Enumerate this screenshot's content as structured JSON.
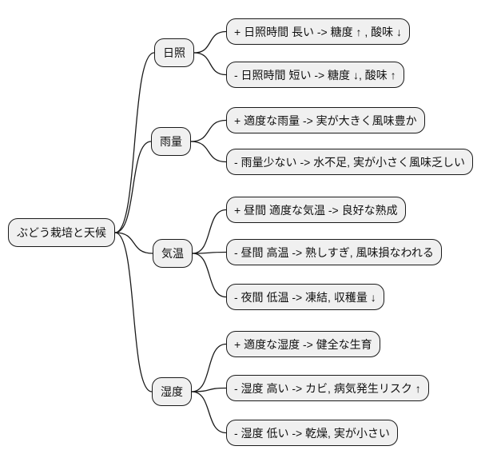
{
  "mindmap": {
    "root": {
      "label": "ぶどう栽培と天候"
    },
    "branches": [
      {
        "label": "日照",
        "children": [
          {
            "label": "+ 日照時間 長い -> 糖度 ↑ , 酸味 ↓"
          },
          {
            "label": "- 日照時間 短い -> 糖度 ↓, 酸味 ↑"
          }
        ]
      },
      {
        "label": "雨量",
        "children": [
          {
            "label": "+ 適度な雨量 -> 実が大きく風味豊か"
          },
          {
            "label": "- 雨量少ない -> 水不足, 実が小さく風味乏しい"
          }
        ]
      },
      {
        "label": "気温",
        "children": [
          {
            "label": "+ 昼間 適度な気温 -> 良好な熟成"
          },
          {
            "label": "- 昼間 高温 -> 熟しすぎ, 風味損なわれる"
          },
          {
            "label": "- 夜間 低温 -> 凍結, 収穫量 ↓"
          }
        ]
      },
      {
        "label": "湿度",
        "children": [
          {
            "label": "+ 適度な湿度 -> 健全な生育"
          },
          {
            "label": "- 湿度 高い -> カビ, 病気発生リスク ↑"
          },
          {
            "label": "- 湿度 低い -> 乾燥, 実が小さい"
          }
        ]
      }
    ],
    "colors": {
      "background": "#ffffff",
      "node_fill": "#f0f0f0",
      "node_border": "#1a1a1a",
      "edge": "#1a1a1a"
    }
  }
}
